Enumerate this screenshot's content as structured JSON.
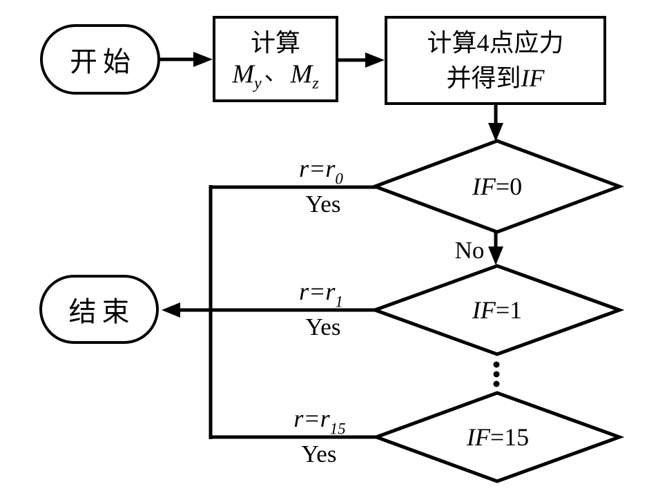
{
  "flowchart": {
    "start": {
      "label": "开始"
    },
    "end": {
      "label": "结束"
    },
    "box1": {
      "line1": "计算",
      "var1_base": "M",
      "var1_sub": "y",
      "separator": "、",
      "var2_base": "M",
      "var2_sub": "z"
    },
    "box2": {
      "line1": "计算4点应力",
      "line2_text": "并得到",
      "line2_var": "IF"
    },
    "decisions": [
      {
        "condition_var": "IF",
        "condition_rest": "=0",
        "branch_base": "r=r",
        "branch_sub": "0",
        "yes_label": "Yes"
      },
      {
        "condition_var": "IF",
        "condition_rest": "=1",
        "branch_base": "r=r",
        "branch_sub": "1",
        "yes_label": "Yes"
      },
      {
        "condition_var": "IF",
        "condition_rest": "=15",
        "branch_base": "r=r",
        "branch_sub": "15",
        "yes_label": "Yes"
      }
    ],
    "no_label": "No",
    "icons": {
      "vertical_ellipsis": "⋮",
      "arrowhead": "▶"
    },
    "colors": {
      "line": "#000000",
      "fill": "#ffffff",
      "text": "#000000"
    }
  }
}
